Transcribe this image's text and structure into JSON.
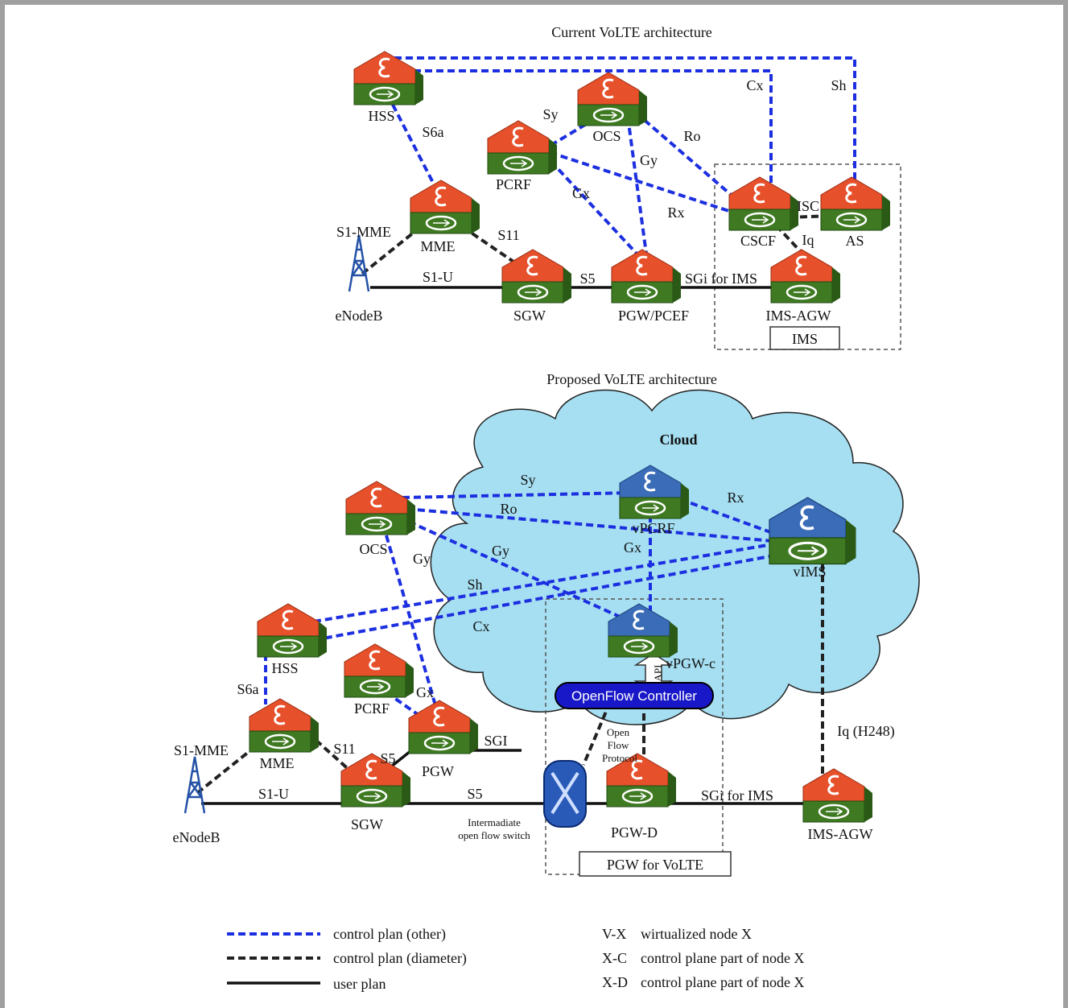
{
  "titles": {
    "current": "Current VoLTE architecture",
    "proposed": "Proposed VoLTE architecture"
  },
  "top_nodes": {
    "hss": "HSS",
    "ocs": "OCS",
    "pcrf": "PCRF",
    "mme": "MME",
    "cscf": "CSCF",
    "as": "AS",
    "sgw": "SGW",
    "pgw_pcef": "PGW/PCEF",
    "ims_agw": "IMS-AGW",
    "enodeb": "eNodeB"
  },
  "top_links": {
    "s6a": "S6a",
    "sy": "Sy",
    "cx": "Cx",
    "sh": "Sh",
    "ro": "Ro",
    "gy": "Gy",
    "gx": "Gx",
    "rx": "Rx",
    "isc": "ISC",
    "iq": "Iq",
    "s1_mme": "S1-MME",
    "s11": "S11",
    "s1_u": "S1-U",
    "s5": "S5",
    "sgi_ims": "SGi for IMS"
  },
  "ims_box": "IMS",
  "cloud_label": "Cloud",
  "bottom_nodes": {
    "ocs": "OCS",
    "vpcrf": "vPCRF",
    "vims": "vIMS",
    "hss": "HSS",
    "pcrf": "PCRF",
    "mme": "MME",
    "pgw": "PGW",
    "sgw": "SGW",
    "enodeb": "eNodeB",
    "vpgw_c": "vPGW-c",
    "pgw_d": "PGW-D",
    "ims_agw": "IMS-AGW"
  },
  "bottom_links": {
    "sy": "Sy",
    "ro": "Ro",
    "rx": "Rx",
    "gy1": "Gy",
    "gy2": "Gy",
    "gx_cloud": "Gx",
    "sh": "Sh",
    "cx": "Cx",
    "s6a": "S6a",
    "gx": "Gx",
    "s1_mme": "S1-MME",
    "s11": "S11",
    "s5_pgw": "S5",
    "sgi": "SGI",
    "s1_u": "S1-U",
    "s5": "S5",
    "sgi_ims": "SGi for IMS",
    "iq": "Iq (H248)",
    "api": "API"
  },
  "openflow_controller": "OpenFlow Controller",
  "openflow_protocol": [
    "Open",
    "Flow",
    "Protocol"
  ],
  "switch_label": [
    "Intermadiate",
    "open flow switch"
  ],
  "pgw_box": "PGW for VoLTE",
  "legend": {
    "items": [
      {
        "label": "control plan (other)",
        "style": "blue-dashed"
      },
      {
        "label": "control plan (diameter)",
        "style": "black-dashed"
      },
      {
        "label": "user plan",
        "style": "solid"
      }
    ],
    "notes": [
      {
        "key": "V-X",
        "text": "wirtualized node X"
      },
      {
        "key": "X-C",
        "text": "control plane part of node X"
      },
      {
        "key": "X-D",
        "text": "control plane part of node X"
      }
    ]
  },
  "colors": {
    "node_top": "#e6502a",
    "node_top_virtual": "#3a6cb8",
    "node_body": "#3f7a22",
    "control_other": "#1c2fe0",
    "control_diameter": "#222222",
    "cloud": "#a6dff2",
    "controller": "#1818c8"
  }
}
